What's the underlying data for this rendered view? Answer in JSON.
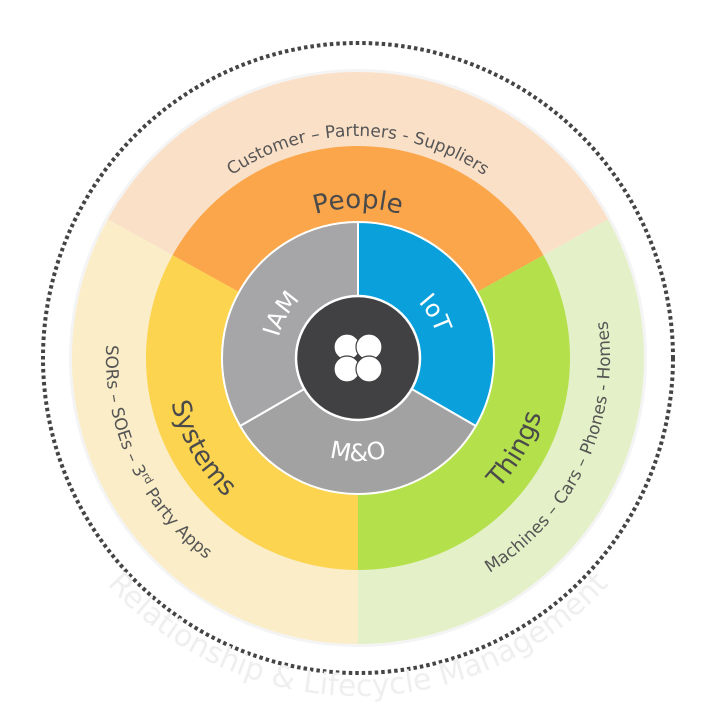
{
  "outer_ring": {
    "top_label": "Customer – Partners - Suppliers",
    "left_label_pre": "SORs – SOEs – 3",
    "left_label_sup": "rd",
    "left_label_post": " Party Apps",
    "right_label": "Machines – Cars – Phones - Homes"
  },
  "middle_ring": {
    "people": "People",
    "systems": "Systems",
    "things": "Things"
  },
  "inner_ring": {
    "iam": "IAM",
    "iot": "IoT",
    "mo": "M&O"
  },
  "footer_label": "Relationship & Lifecycle Management",
  "center_icon": "four-petal-logo-icon",
  "colors": {
    "outer_top": "#fbe0c8",
    "outer_left": "#faedc7",
    "outer_right": "#e4f1c8",
    "people": "#fba64a",
    "systems": "#fcd44f",
    "things": "#b4e04c",
    "iam": "#a6a5a7",
    "iot": "#0aa0dc",
    "mo": "#a2a2a2",
    "center": "#414143",
    "dots": "#444444"
  }
}
